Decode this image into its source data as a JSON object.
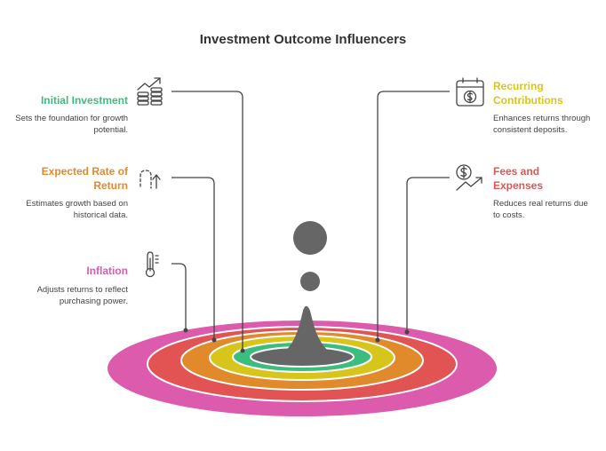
{
  "title": "Investment Outcome Influencers",
  "colors": {
    "initial_investment": "#3dbd7d",
    "recurring_contributions": "#d7c51b",
    "expected_return": "#e08a2c",
    "fees": "#e25353",
    "inflation": "#dd5bac",
    "center": "#666666",
    "line": "#444444"
  },
  "items": [
    {
      "id": "initial-investment",
      "title": "Initial Investment",
      "description": "Sets the foundation for growth potential.",
      "icon": "stacked-coins-growth-icon"
    },
    {
      "id": "expected-rate-of-return",
      "title": "Expected Rate of Return",
      "description": "Estimates growth based on historical data.",
      "icon": "dashed-return-arrow-icon"
    },
    {
      "id": "inflation",
      "title": "Inflation",
      "description": "Adjusts returns to reflect purchasing power.",
      "icon": "thermometer-icon"
    },
    {
      "id": "recurring-contributions",
      "title": "Recurring Contributions",
      "description": "Enhances returns through consistent deposits.",
      "icon": "calendar-dollar-icon"
    },
    {
      "id": "fees-and-expenses",
      "title": "Fees and Expenses",
      "description": "Reduces real returns due to costs.",
      "icon": "dollar-declining-icon"
    }
  ]
}
